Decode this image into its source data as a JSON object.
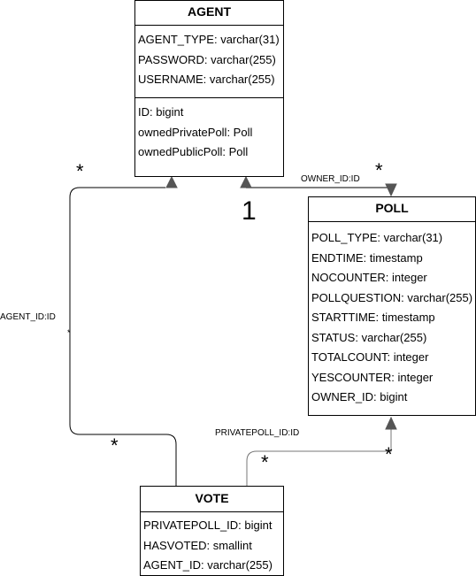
{
  "entities": {
    "agent": {
      "name": "AGENT",
      "fields": [
        "AGENT_TYPE: varchar(31)",
        "PASSWORD: varchar(255)",
        "USERNAME: varchar(255)"
      ],
      "relations": [
        "ID: bigint",
        "ownedPrivatePoll: Poll",
        "ownedPublicPoll: Poll"
      ]
    },
    "poll": {
      "name": "POLL",
      "fields": [
        "POLL_TYPE: varchar(31)",
        "ENDTIME: timestamp",
        "NOCOUNTER: integer",
        "POLLQUESTION: varchar(255)",
        "STARTTIME: timestamp",
        "STATUS: varchar(255)",
        "TOTALCOUNT: integer",
        "YESCOUNTER: integer",
        "OWNER_ID: bigint"
      ]
    },
    "vote": {
      "name": "VOTE",
      "fields": [
        "PRIVATEPOLL_ID: bigint",
        "HASVOTED: smallint",
        "AGENT_ID: varchar(255)"
      ]
    }
  },
  "links": {
    "owner": {
      "label": "OWNER_ID:ID",
      "source_mult": "*",
      "target_mult": "1"
    },
    "agent_vote": {
      "label": "AGENT_ID:ID",
      "agent_end_mult": "*",
      "vote_end_mult": "*",
      "mid_mark": "*"
    },
    "privatepoll": {
      "label": "PRIVATEPOLL_ID:ID",
      "vote_end_mult": "*",
      "poll_end_mult": "*"
    }
  }
}
